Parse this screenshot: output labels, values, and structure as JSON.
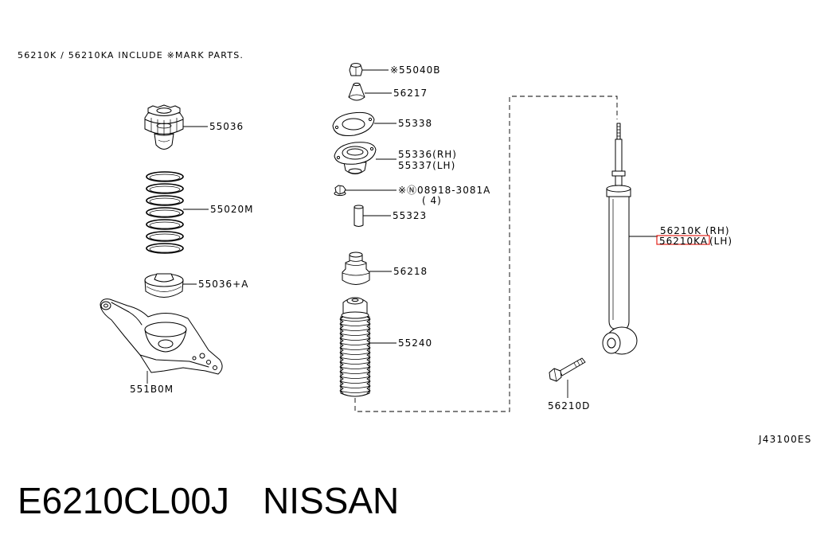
{
  "header_note": "56210K / 56210KA INCLUDE ※MARK PARTS.",
  "callouts": {
    "p55040b": "※55040B",
    "p56217": "56217",
    "p55036": "55036",
    "p55338": "55338",
    "p55336": "55336(RH)",
    "p55337": "55337(LH)",
    "p08918": "※Ⓝ08918-3081A",
    "p08918_qty": "( 4)",
    "p55020m": "55020M",
    "p55323": "55323",
    "p56210k": "56210K  (RH)",
    "p56210ka": "56210KA",
    "p56210ka_side": "(LH)",
    "p56218": "56218",
    "p55036a": "55036+A",
    "p55240": "55240",
    "p551b0m": "551B0M",
    "p56210d": "56210D"
  },
  "diagram_code": "J43100ES",
  "part_number": "E6210CL00J",
  "brand": "NISSAN",
  "highlight_color": "#e3231b"
}
